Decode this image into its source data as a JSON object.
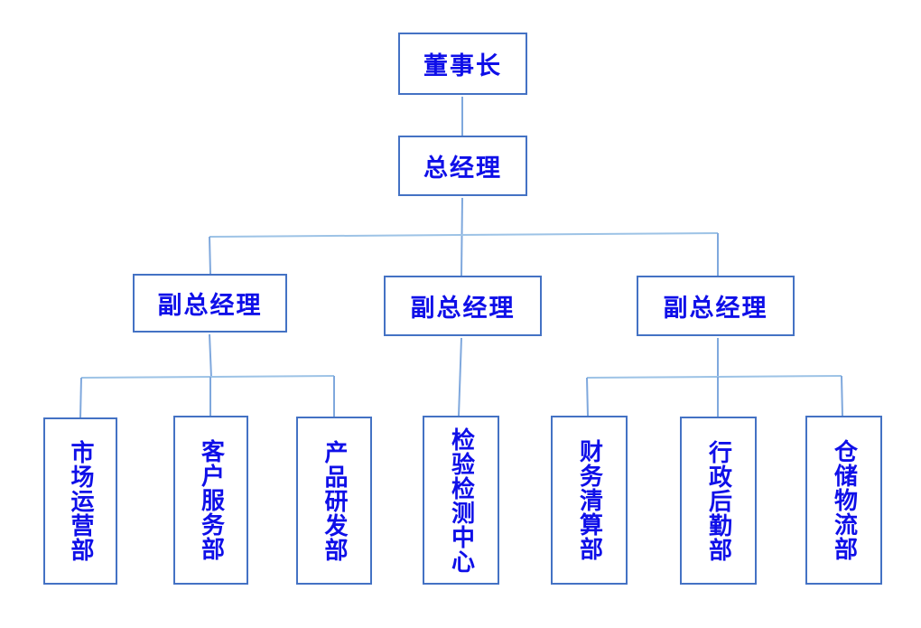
{
  "org_chart": {
    "type": "organization-chart",
    "nodes": [
      {
        "id": "chairman",
        "label": "董事长",
        "level": 1
      },
      {
        "id": "general-manager",
        "label": "总经理",
        "level": 2
      },
      {
        "id": "deputy-gm-1",
        "label": "副总经理",
        "level": 3
      },
      {
        "id": "deputy-gm-2",
        "label": "副总经理",
        "level": 3
      },
      {
        "id": "deputy-gm-3",
        "label": "副总经理",
        "level": 3
      },
      {
        "id": "dept-marketing-operations",
        "label": "市场运营部",
        "level": 4
      },
      {
        "id": "dept-customer-service",
        "label": "客户服务部",
        "level": 4
      },
      {
        "id": "dept-product-rd",
        "label": "产品研发部",
        "level": 4
      },
      {
        "id": "dept-inspection-testing-center",
        "label": "检验检测中心",
        "level": 4
      },
      {
        "id": "dept-finance-clearing",
        "label": "财务清算部",
        "level": 4
      },
      {
        "id": "dept-admin-logistics",
        "label": "行政后勤部",
        "level": 4
      },
      {
        "id": "dept-warehouse-logistics",
        "label": "仓储物流部",
        "level": 4
      }
    ],
    "hierarchy": [
      {
        "parent": "chairman",
        "child": "general-manager"
      },
      {
        "parent": "general-manager",
        "child": "deputy-gm-1"
      },
      {
        "parent": "general-manager",
        "child": "deputy-gm-2"
      },
      {
        "parent": "general-manager",
        "child": "deputy-gm-3"
      },
      {
        "parent": "deputy-gm-1",
        "child": "dept-marketing-operations"
      },
      {
        "parent": "deputy-gm-1",
        "child": "dept-customer-service"
      },
      {
        "parent": "deputy-gm-1",
        "child": "dept-product-rd"
      },
      {
        "parent": "deputy-gm-2",
        "child": "dept-inspection-testing-center"
      },
      {
        "parent": "deputy-gm-3",
        "child": "dept-finance-clearing"
      },
      {
        "parent": "deputy-gm-3",
        "child": "dept-admin-logistics"
      },
      {
        "parent": "deputy-gm-3",
        "child": "dept-warehouse-logistics"
      }
    ],
    "colors": {
      "box_border": "#4472c4",
      "text": "#0f0fe8",
      "connector_vertical": "#7fa8dd",
      "connector_horizontal": "#9dc3e6",
      "background": "#ffffff"
    }
  }
}
